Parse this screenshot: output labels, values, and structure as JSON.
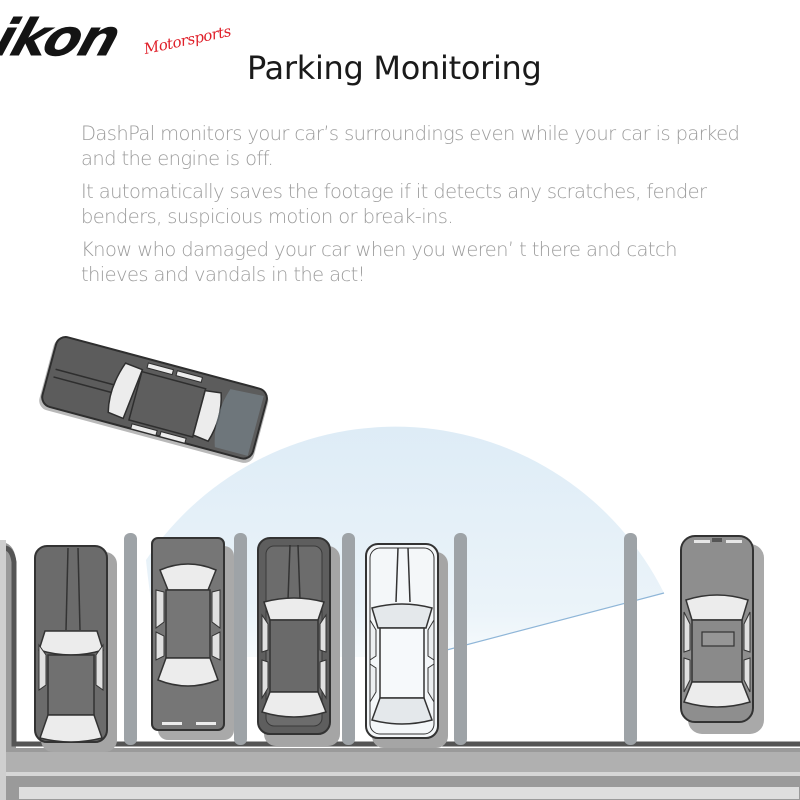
{
  "brand": {
    "logo_text": "ikon",
    "logo_script": "Motorsports",
    "accent_color": "#e0202a"
  },
  "header": {
    "title": "Parking Monitoring"
  },
  "description": {
    "paragraphs": [
      "DashPal monitors your car’s surroundings even while your car is parked and the engine is off.",
      "It automatically saves the footage if it detects any scratches, fender benders, suspicious motion or break-ins.",
      "Know who damaged your car when you weren’ t there and catch thieves and vandals in the act!"
    ],
    "text_color": "#9c9c9c"
  },
  "illustration": {
    "detection_zone_color": "#d6e8f4",
    "detection_line_color": "#8fb6d8",
    "moving_car": {
      "color": "dark-gray",
      "angle_deg": 15
    },
    "parked_cars": [
      {
        "slot": 1,
        "color": "gray"
      },
      {
        "slot": 2,
        "color": "gray"
      },
      {
        "slot": 3,
        "color": "dark-gray"
      },
      {
        "slot": 4,
        "color": "white",
        "monitored": true
      },
      {
        "slot": 6,
        "color": "gray"
      }
    ]
  }
}
